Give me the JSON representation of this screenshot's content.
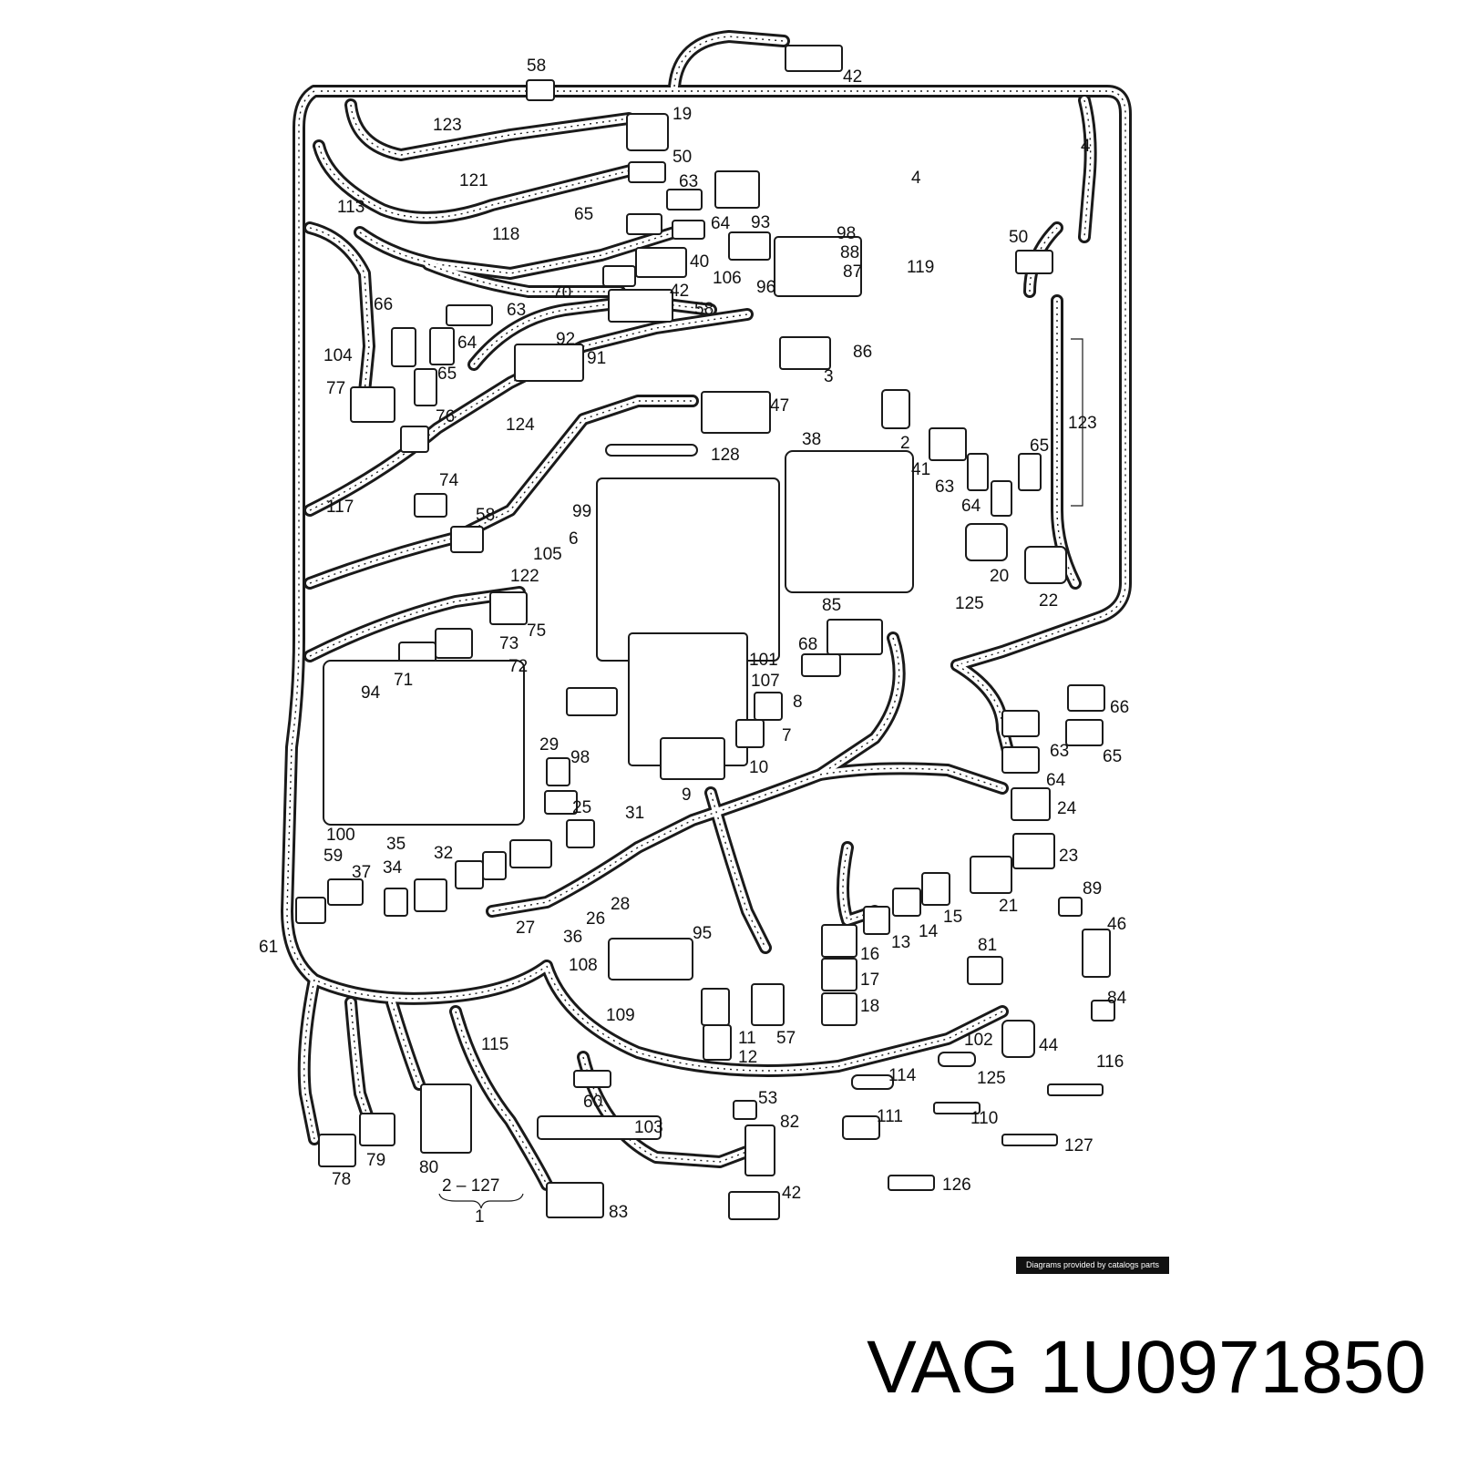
{
  "callouts": [
    "58",
    "42",
    "123",
    "19",
    "50",
    "121",
    "63",
    "113",
    "65",
    "64",
    "118",
    "40",
    "70",
    "42",
    "63",
    "66",
    "64",
    "104",
    "65",
    "77",
    "76",
    "92",
    "91",
    "58",
    "93",
    "98",
    "88",
    "106",
    "87",
    "96",
    "86",
    "3",
    "47",
    "124",
    "128",
    "117",
    "74",
    "58",
    "99",
    "6",
    "105",
    "122",
    "75",
    "73",
    "72",
    "71",
    "94",
    "4",
    "4",
    "119",
    "50",
    "123",
    "2",
    "41",
    "65",
    "63",
    "64",
    "38",
    "20",
    "22",
    "125",
    "85",
    "68",
    "101",
    "107",
    "8",
    "7",
    "10",
    "9",
    "66",
    "63",
    "65",
    "64",
    "29",
    "98",
    "25",
    "31",
    "100",
    "35",
    "32",
    "59",
    "37",
    "34",
    "61",
    "27",
    "36",
    "26",
    "28",
    "24",
    "23",
    "21",
    "15",
    "14",
    "13",
    "16",
    "17",
    "18",
    "95",
    "108",
    "109",
    "11",
    "12",
    "57",
    "81",
    "89",
    "46",
    "84",
    "102",
    "44",
    "115",
    "60",
    "114",
    "125",
    "116",
    "111",
    "110",
    "127",
    "53",
    "82",
    "103",
    "42",
    "126",
    "78",
    "79",
    "80",
    "2 – 127",
    "1",
    "83"
  ],
  "credit": "Diagrams provided by catalogs parts",
  "part_number": "VAG 1U0971850"
}
